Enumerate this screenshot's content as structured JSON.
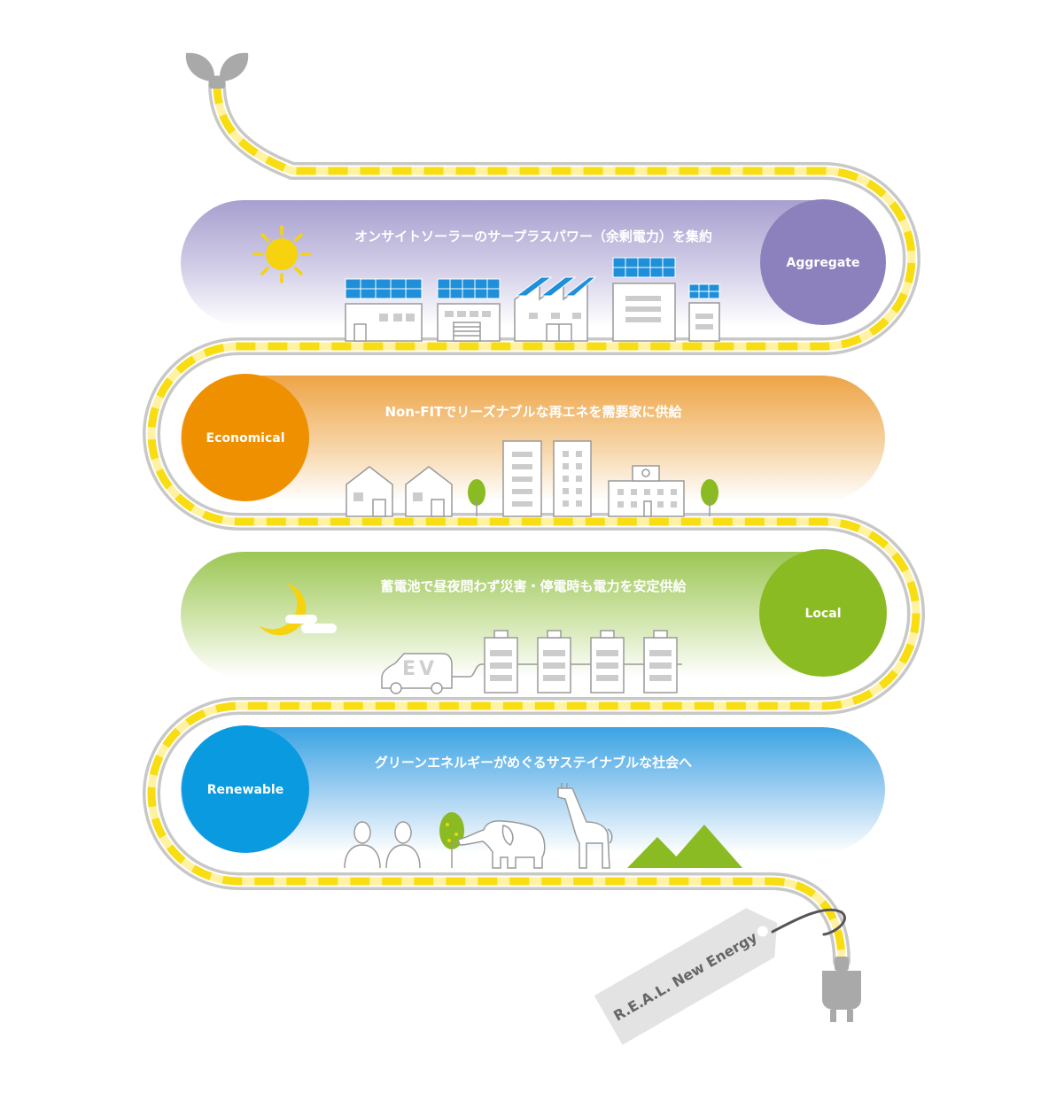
{
  "bands": [
    {
      "key": "aggregate",
      "caption": "オンサイトソーラーのサープラスパワー（余剰電力）を集約",
      "badge": "Aggregate",
      "badge_color": "#8c80bd",
      "top_color": "#a89fcf"
    },
    {
      "key": "economical",
      "caption": "Non-FITでリーズナブルな再エネを需要家に供給",
      "badge": "Economical",
      "badge_color": "#ef9000",
      "top_color": "#eea446"
    },
    {
      "key": "local",
      "caption": "蓄電池で昼夜問わず災害・停電時も電力を安定供給",
      "badge": "Local",
      "badge_color": "#8abb22",
      "top_color": "#9cc655"
    },
    {
      "key": "renewable",
      "caption": "グリーンエネルギーがめぐるサステイナブルな社会へ",
      "badge": "Renewable",
      "badge_color": "#0a9ae0",
      "top_color": "#3aa3e3"
    }
  ],
  "tag": {
    "label": "R.E.A.L. New Energy"
  },
  "ev_label": "EV",
  "colors": {
    "cable_outer": "#c8c8c8",
    "cable_yellow": "#f7dd12",
    "cable_pale": "#fff2a3",
    "building_stroke": "#9a9a9a",
    "solar": "#1e8fd8",
    "sun": "#f7d20e",
    "tree": "#8abb22"
  },
  "icons": [
    "sprout-icon",
    "sun-icon",
    "moon-icon",
    "cloud-icon",
    "plug-icon",
    "tag-icon",
    "tree-icon",
    "elephant-icon",
    "giraffe-icon",
    "person-icon",
    "mountain-icon",
    "battery-icon",
    "ev-car-icon"
  ]
}
